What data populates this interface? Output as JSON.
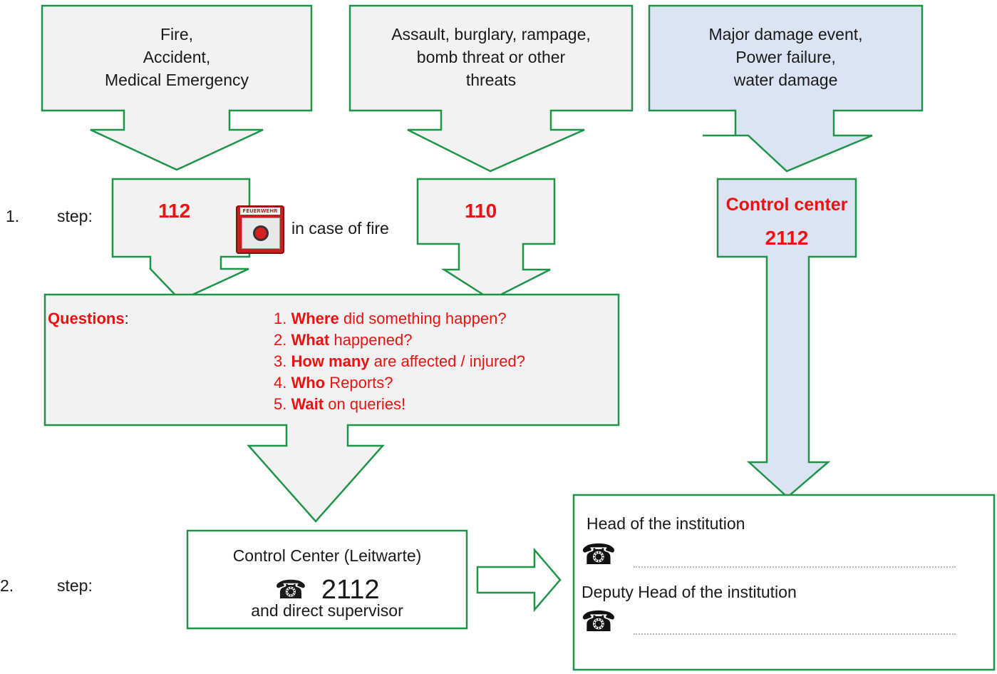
{
  "colors": {
    "border": "#1e9448",
    "fill_gray": "#f2f2f2",
    "fill_blue": "#dbe4f3",
    "red": "#ee1111"
  },
  "boxes": {
    "fire": {
      "line1": "Fire,",
      "line2": "Accident,",
      "line3": "Medical Emergency"
    },
    "threat": {
      "line1": "Assault, burglary, rampage,",
      "line2": "bomb threat or other",
      "line3": "threats"
    },
    "damage": {
      "line1": "Major damage event,",
      "line2": "Power failure,",
      "line3": "water damage"
    }
  },
  "steps": {
    "step1_num": "1.",
    "step1_label": "step:",
    "step2_num": "2.",
    "step2_label": "step:"
  },
  "numbers": {
    "emergency": "112",
    "police": "110",
    "fire_note": "in case of fire",
    "alarm_label": "FEUERWEHR",
    "control_title": "Control center",
    "control_number": "2112"
  },
  "questions": {
    "label": "Questions",
    "colon": ":",
    "items": [
      {
        "bold": "Where",
        "rest": " did something happen?",
        "prefix": "1. "
      },
      {
        "bold": "What",
        "rest": " happened?",
        "prefix": "2. "
      },
      {
        "bold": "How many",
        "rest": " are affected / injured?",
        "prefix": "3. "
      },
      {
        "bold": "Who",
        "rest": " Reports?",
        "prefix": "4. "
      },
      {
        "bold": "Wait",
        "rest": " on queries!",
        "prefix": "5. "
      }
    ]
  },
  "control_box": {
    "title": "Control Center (Leitwarte)",
    "number": "2112",
    "supervisor": "and direct supervisor",
    "phone_icon": "☎"
  },
  "contacts": {
    "head_label": "Head of the institution",
    "deputy_label": "Deputy Head of the institution",
    "phone_icon": "☎"
  }
}
